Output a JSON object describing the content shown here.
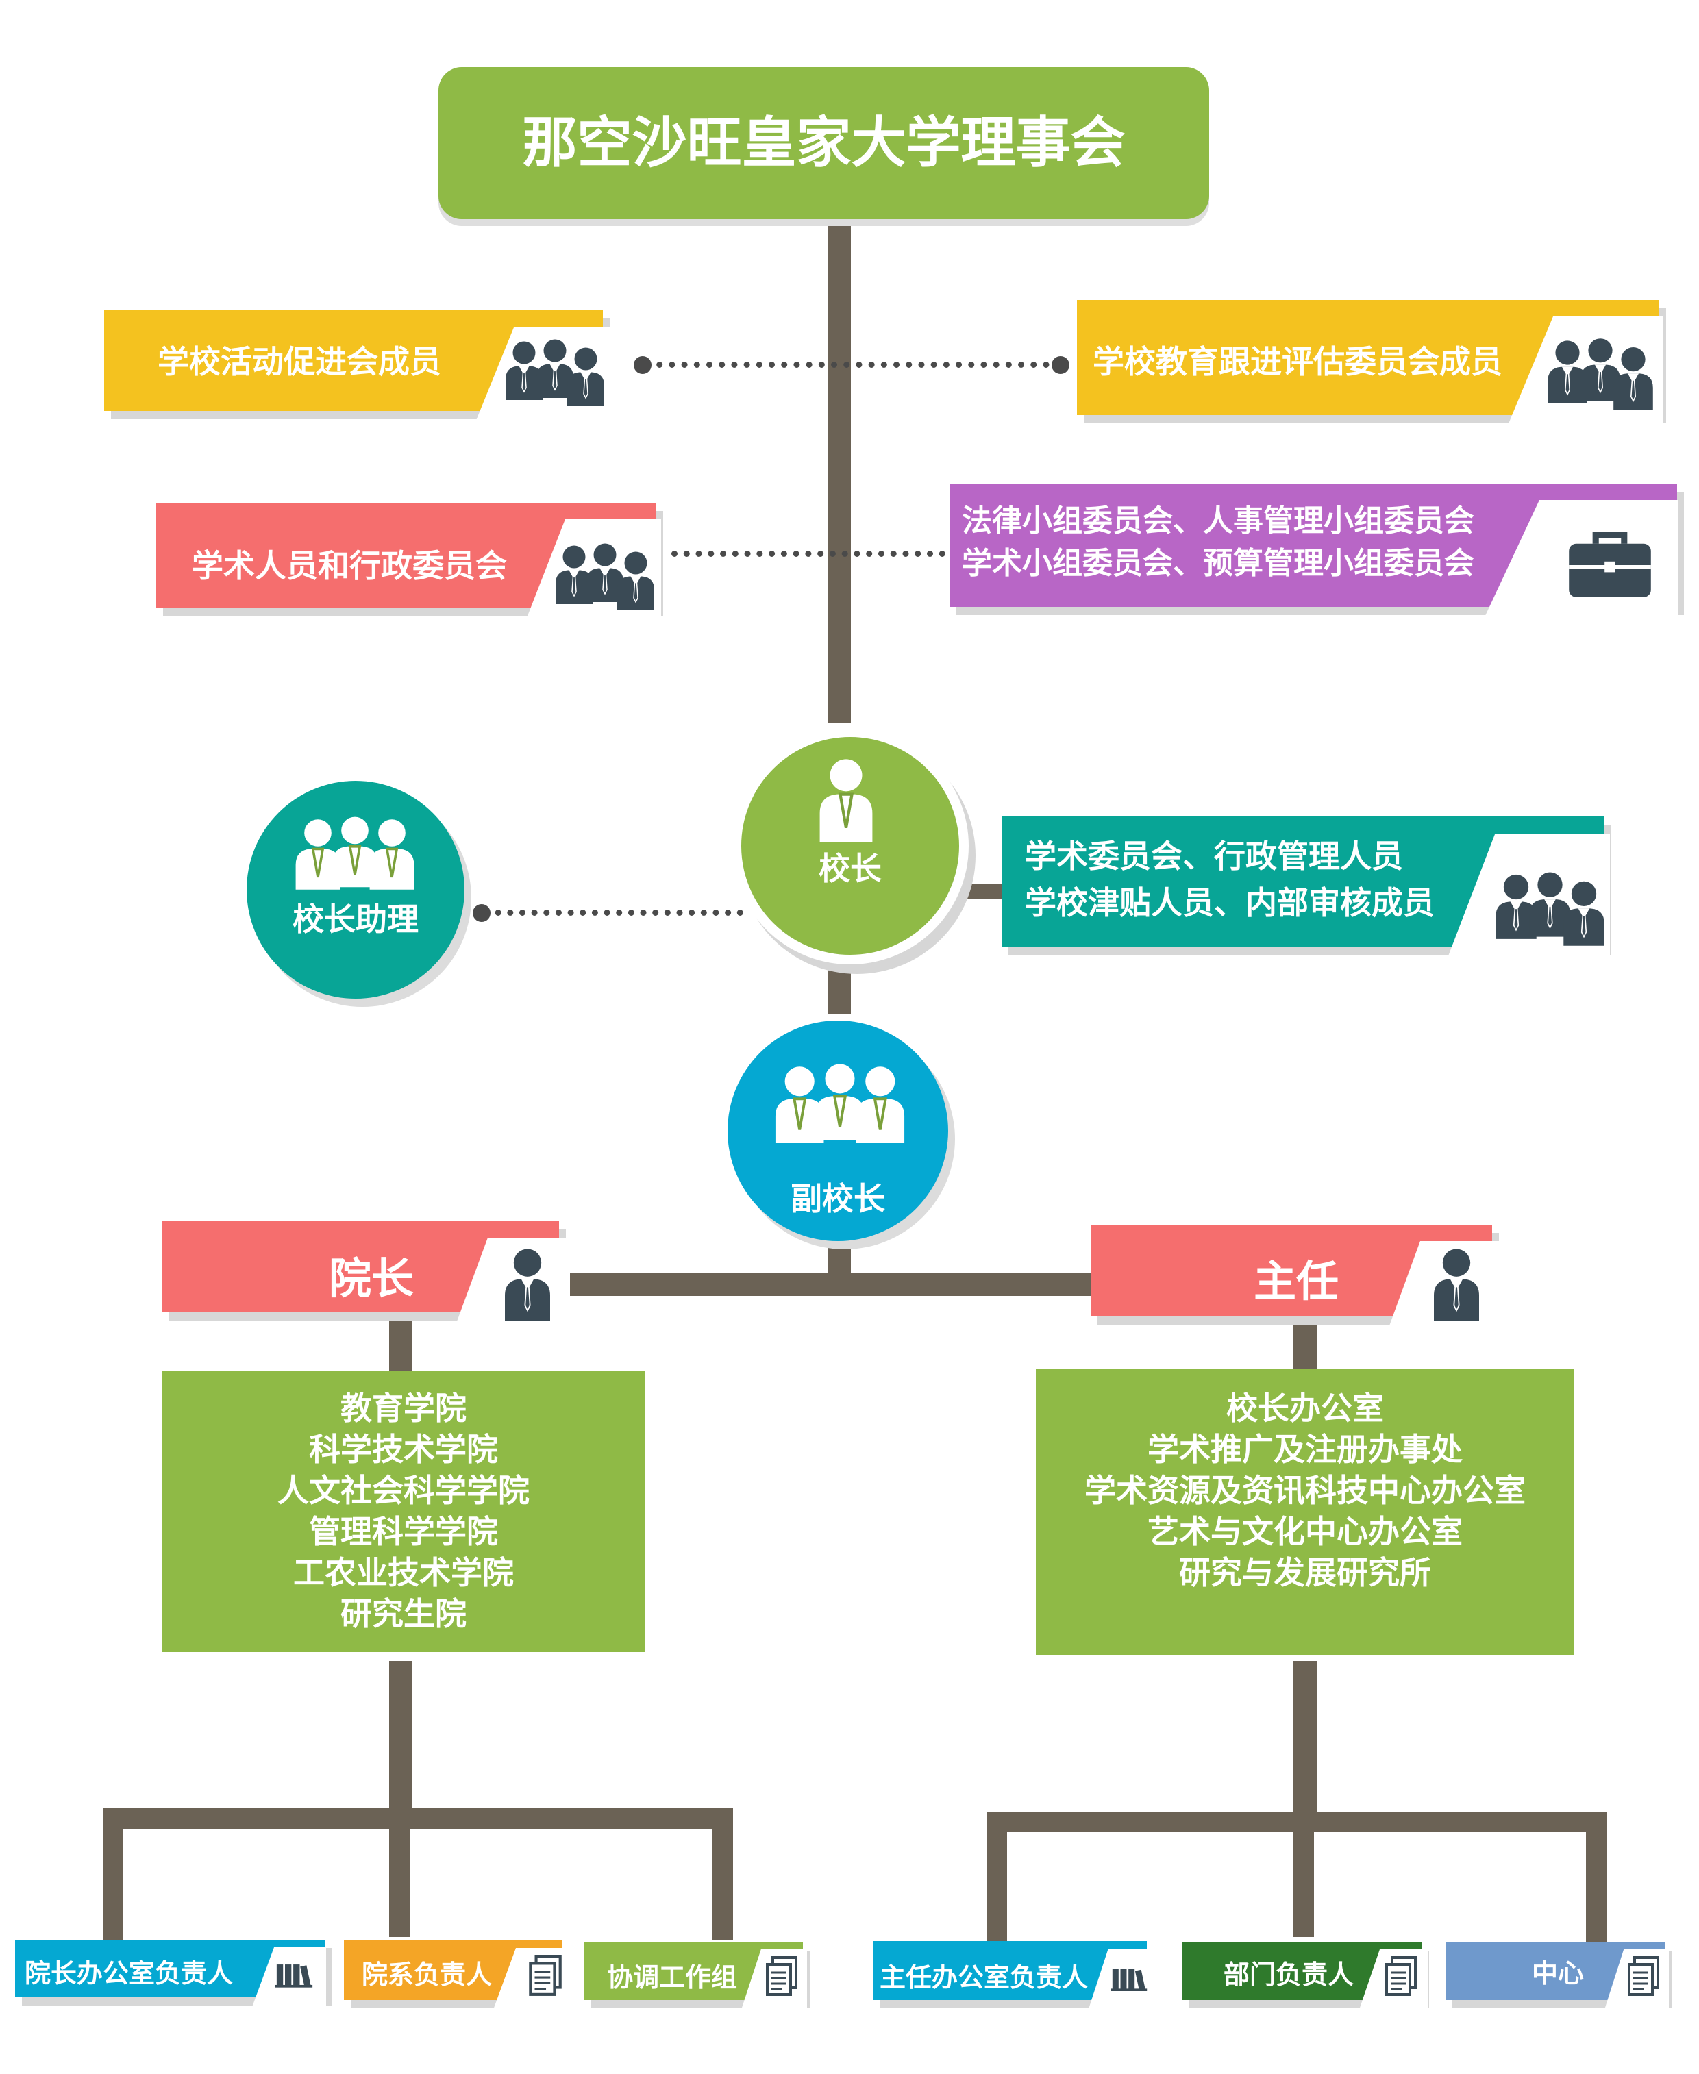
{
  "colors": {
    "green": "#8fba46",
    "yellow": "#f4c21f",
    "red": "#f56e6e",
    "purple": "#b866c6",
    "teal": "#08a596",
    "blue": "#05a8d2",
    "dark_green": "#2f7a2c",
    "steel_blue": "#6f99cc",
    "orange": "#f4a526",
    "line": "#6b6255"
  },
  "board": {
    "title": "那空沙旺皇家大学理事会"
  },
  "committees": {
    "left_top": "学校活动促进会成员",
    "right_top": "学校教育跟进评估委员会成员",
    "left_mid": "学术人员和行政委员会",
    "right_mid_line1": "法律小组委员会、人事管理小组委员会",
    "right_mid_line2": "学术小组委员会、预算管理小组委员会"
  },
  "president": {
    "label": "校长"
  },
  "assistant": {
    "label": "校长助理"
  },
  "president_side": {
    "line1": "学术委员会、行政管理人员",
    "line2": "学校津贴人员、内部审核成员"
  },
  "vice_president": {
    "label": "副校长"
  },
  "dean": {
    "label": "院长",
    "units": [
      "教育学院",
      "科学技术学院",
      "人文社会科学学院",
      "管理科学学院",
      "工农业技术学院",
      "研究生院"
    ]
  },
  "director": {
    "label": "主任",
    "units": [
      "校长办公室",
      "学术推广及注册办事处",
      "学术资源及资讯科技中心办公室",
      "艺术与文化中心办公室",
      "研究与发展研究所"
    ]
  },
  "leaves": {
    "dean_office": "院长办公室负责人",
    "dept_head": "院系负责人",
    "coord_group": "协调工作组",
    "director_office": "主任办公室负责人",
    "section_head": "部门负责人",
    "center": "中心"
  },
  "icons": [
    "people-group-icon",
    "briefcase-icon",
    "person-tie-icon",
    "bookshelf-icon",
    "document-stack-icon"
  ]
}
